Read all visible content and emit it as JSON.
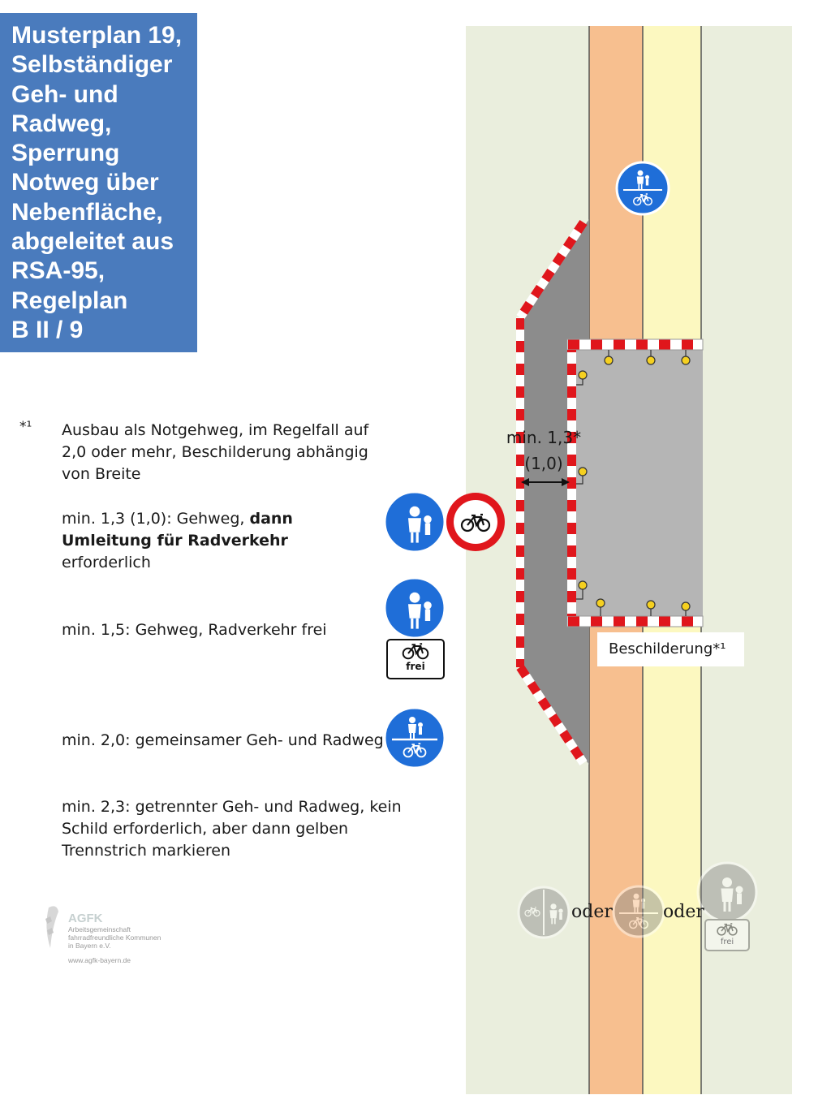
{
  "title": "Musterplan 19,\nSelbständiger\nGeh- und\nRadweg,\nSperrung\nNotweg über\nNebenfläche,\nabgeleitet aus\nRSA-95,\nRegelplan\nB II / 9",
  "footnote_marker": "*¹",
  "notes": {
    "note1": "Ausbau als Notgehweg, im Regelfall auf 2,0 oder mehr, Beschilderung abhängig von Breite",
    "note2_prefix": "min. 1,3 (1,0): Gehweg, ",
    "note2_bold": "dann Umleitung für Radverkehr",
    "note2_suffix": " erforderlich",
    "note3": "min. 1,5: Gehweg, Radverkehr frei",
    "note4": "min. 2,0: gemeinsamer Geh- und Radweg",
    "note5": "min. 2,3:  getrennter Geh- und Radweg, kein Schild erforderlich, aber dann gelben Trennstrich markieren"
  },
  "dimension": {
    "line1": "min. 1,3*",
    "line2": "(1,0)"
  },
  "signage_label": "Beschilderung*¹",
  "oder_1": "oder",
  "oder_2": "oder",
  "sign_text_frei": "frei",
  "logo": {
    "name": "AGFK",
    "line1": "Arbeitsgemeinschaft",
    "line2": "fahrradfreundliche Kommunen",
    "line3": "in Bayern e.V.",
    "url": "www.agfk-bayern.de"
  },
  "colors": {
    "title_bg": "#4a7bbd",
    "sidewalk": "#eaeedd",
    "bike_lane": "#f7bf8f",
    "foot_lane": "#fcf8c0",
    "work_zone": "#b5b5b5",
    "detour": "#8c8c8c",
    "barrier_red": "#e0161c",
    "sign_blue": "#1f6ed8"
  },
  "icons": [
    "pedestrian-bicycle-sign-icon",
    "pedestrian-sign-icon",
    "no-bicycles-sign-icon",
    "warning-light-icon"
  ]
}
